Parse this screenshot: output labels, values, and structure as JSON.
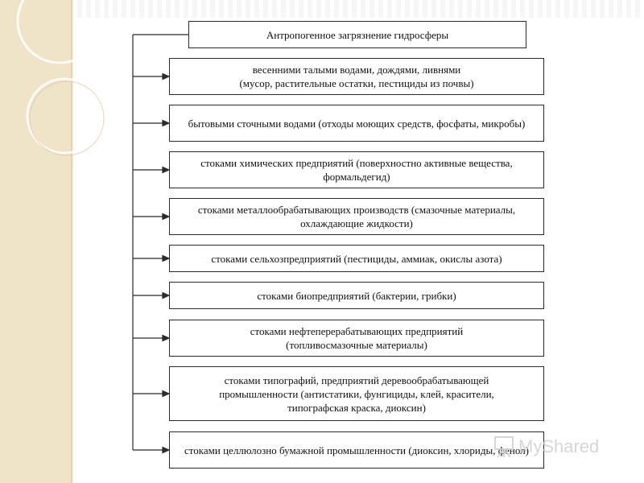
{
  "diagram": {
    "root": "Антропогенное загрязнение гидросферы",
    "items": [
      "весенними талыми водами, дождями, ливнями\n(мусор, растительные остатки, пестициды из почвы)",
      "бытовыми сточными водами (отходы моющих средств, фосфаты, микробы)",
      "стоками химических предприятий (поверхностно активные вещества, формальдегид)",
      "стоками металлообрабатывающих производств (смазочные материалы, охлаждающие жидкости)",
      "стоками  сельхозпредприятий (пестициды, аммиак, окислы азота)",
      "стоками биопредприятий (бактерии, грибки)",
      "стоками нефтеперерабатывающих предприятий\n(топливосмазочные материалы)",
      "стоками типографий, предприятий деревообрабатывающей промышленности (антистатики, фунгициды, клей, красители, типографская краска, диоксин)",
      "стоками целлюлозно бумажной промышленности (диоксин, хлориды, фенол)"
    ]
  },
  "watermark": {
    "text": "MyShared",
    "icon": "presentation-board-icon"
  },
  "colors": {
    "sidebar": "#efe3c8",
    "line": "#2a2a2a"
  }
}
